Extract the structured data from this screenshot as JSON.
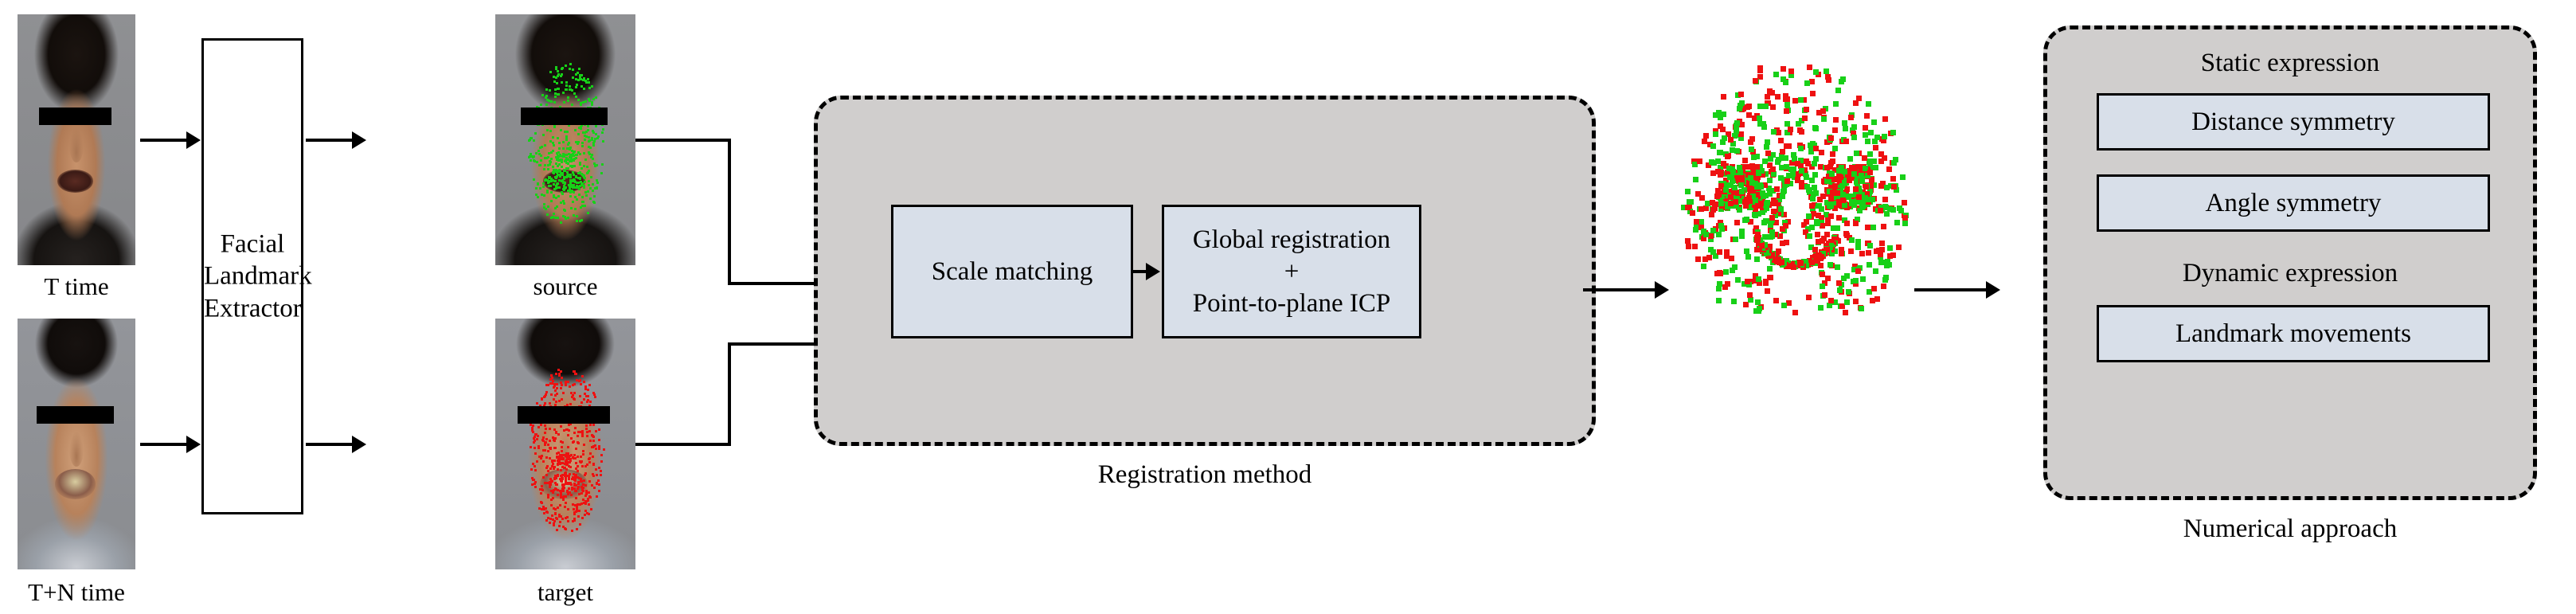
{
  "figure": {
    "title": "Facial expression registration and numerical analysis pipeline"
  },
  "inputs": [
    {
      "id": "t-time",
      "caption": "T time",
      "kind": "photo-neutral"
    },
    {
      "id": "tn-time",
      "caption": "T+N time",
      "kind": "photo-expression"
    }
  ],
  "extractor": {
    "label": "Facial\nLandmark\nExtractor"
  },
  "landmarked": [
    {
      "id": "source",
      "caption": "source",
      "point_color": "#18d018"
    },
    {
      "id": "target",
      "caption": "target",
      "point_color": "#ee1111"
    }
  ],
  "registration_panel": {
    "caption": "Registration method",
    "fill": "#d0cecd",
    "steps": [
      {
        "id": "scale-matching",
        "label": "Scale matching"
      },
      {
        "id": "global-registration",
        "label": "Global registration\n+\nPoint-to-plane ICP"
      }
    ]
  },
  "pointcloud": {
    "name": "registered-point-cloud",
    "source_color": "#18d018",
    "target_color": "#ee1111"
  },
  "numerical_panel": {
    "caption": "Numerical approach",
    "fill": "#d0cecd",
    "groups": [
      {
        "id": "static-expression",
        "title": "Static expression",
        "items": [
          {
            "id": "distance-symmetry",
            "label": "Distance symmetry"
          },
          {
            "id": "angle-symmetry",
            "label": "Angle symmetry"
          }
        ]
      },
      {
        "id": "dynamic-expression",
        "title": "Dynamic expression",
        "items": [
          {
            "id": "landmark-movements",
            "label": "Landmark movements"
          }
        ]
      }
    ]
  },
  "colors": {
    "panel_fill": "#d0cecd",
    "box_fill": "#d8dfe9",
    "stroke": "#000000",
    "green_points": "#18d018",
    "red_points": "#ee1111"
  }
}
